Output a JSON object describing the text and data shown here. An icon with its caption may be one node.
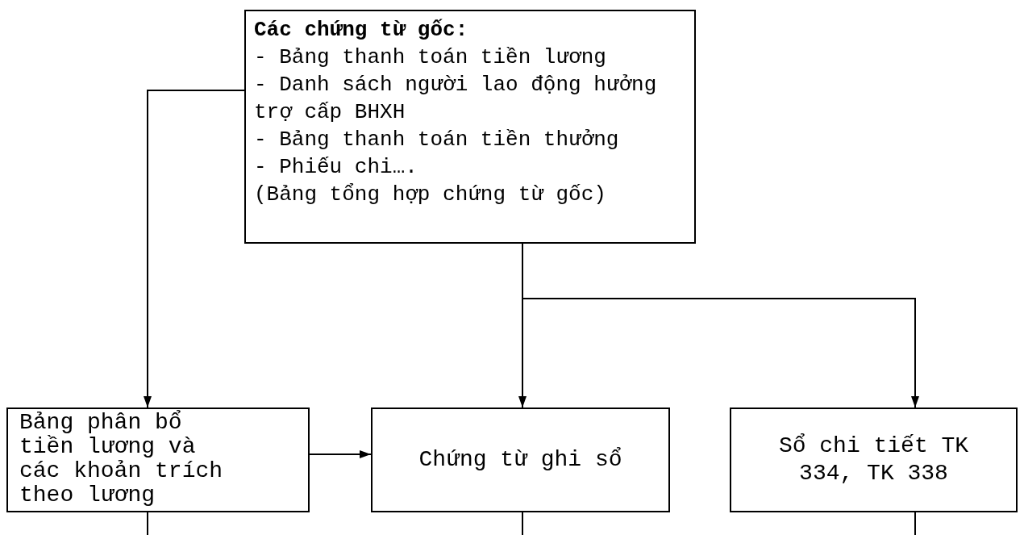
{
  "diagram": {
    "nodes": [
      {
        "text": [
          "Các chứng từ gốc:",
          "- Bảng thanh toán tiền lương",
          "- Danh sách người lao động hưởng trợ cấp BHXH",
          "- Bảng thanh toán tiền thưởng",
          "- Phiếu chi….",
          "(Bảng tổng hợp chứng từ gốc)"
        ]
      },
      {
        "text": [
          "Bảng phân bổ tiền lương và các khoản trích theo lương"
        ]
      },
      {
        "text": [
          "Chứng từ ghi sổ"
        ]
      },
      {
        "text": [
          "Sổ chi tiết TK 334, TK 338"
        ]
      }
    ],
    "edges": [
      {
        "from": 0,
        "to": 1,
        "arrow": "to"
      },
      {
        "from": 1,
        "to": 2,
        "arrow": "to"
      },
      {
        "from": 0,
        "to": 2,
        "arrow": "to"
      },
      {
        "from": 0,
        "to": 3,
        "arrow": "to"
      },
      {
        "from": 1,
        "to": null,
        "arrow": "none"
      },
      {
        "from": 2,
        "to": null,
        "arrow": "none"
      },
      {
        "from": 3,
        "to": null,
        "arrow": "none"
      }
    ]
  }
}
